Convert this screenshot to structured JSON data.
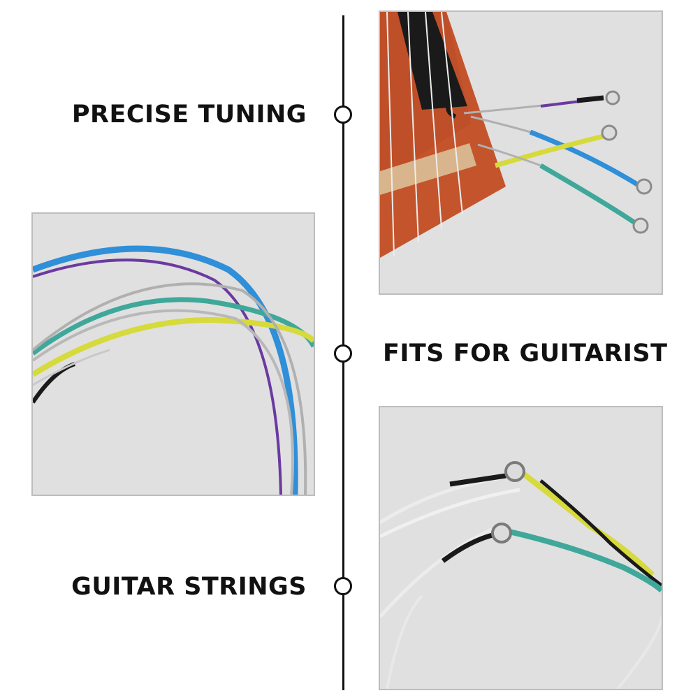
{
  "features": {
    "precise_tuning": "PRECISE TUNING",
    "fits_for_guitarist": "FITS FOR GUITARIST",
    "guitar_strings": "GUITAR STRINGS"
  },
  "colors": {
    "line": "#111111",
    "photo_bg": "#e0e0e0",
    "violin_body": "#c4542c",
    "fingerboard": "#1a1a1a",
    "bridge": "#d8b58c",
    "string_blue": "#2f8fd8",
    "string_yellow": "#d6da3a",
    "string_teal": "#3fa89a",
    "string_purple": "#6a3aa0",
    "string_silver": "#a8a8a8",
    "string_black": "#1a1a1a"
  }
}
